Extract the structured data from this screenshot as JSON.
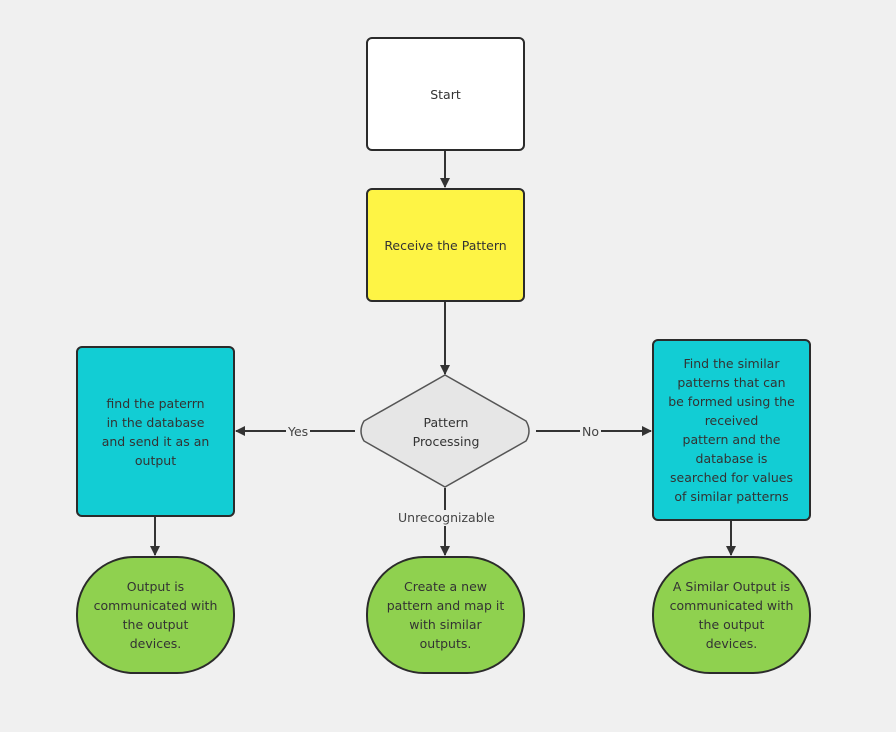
{
  "nodes": {
    "start": "Start",
    "receive": "Receive the Pattern",
    "decision": "Pattern\nProcessing",
    "left": "find the paterrn\nin the database\nand send it as an\noutput",
    "right": "Find the similar\npatterns that can\nbe formed using the\nreceived\npattern and the\ndatabase is\nsearched for values\nof similar patterns",
    "out_left": "Output is\ncommunicated with\nthe output\ndevices.",
    "out_mid": "Create a new\npattern and map it\nwith similar\noutputs.",
    "out_right": "A Similar Output is\ncommunicated with\nthe output\ndevices."
  },
  "edge_labels": {
    "yes": "Yes",
    "no": "No",
    "unrecognizable": "Unrecognizable"
  },
  "colors": {
    "start_fill": "#ffffff",
    "process_fill": "#fef445",
    "action_fill": "#12cdd4",
    "terminal_fill": "#8fd14f",
    "decision_fill": "#e6e6e6",
    "stroke": "#2b2b2b",
    "background": "#f0f0f0"
  }
}
